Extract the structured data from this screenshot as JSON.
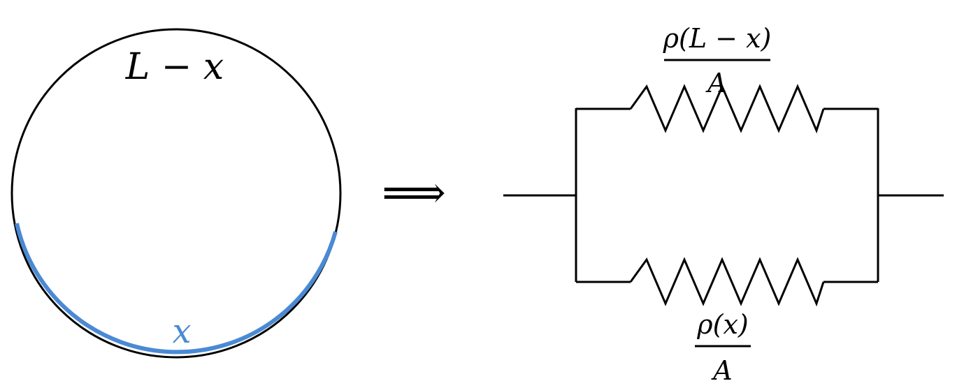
{
  "loop": {
    "top_label": "L − x",
    "bottom_label": "x"
  },
  "arrow": {
    "symbol": "⟹"
  },
  "circuit": {
    "top_resistor": {
      "numerator": "ρ(L − x)",
      "denominator": "A"
    },
    "bottom_resistor": {
      "numerator": "ρ(x)",
      "denominator": "A"
    }
  },
  "colors": {
    "wire": "#000000",
    "highlight_arc": "#4a8ad4",
    "background": "#ffffff"
  }
}
